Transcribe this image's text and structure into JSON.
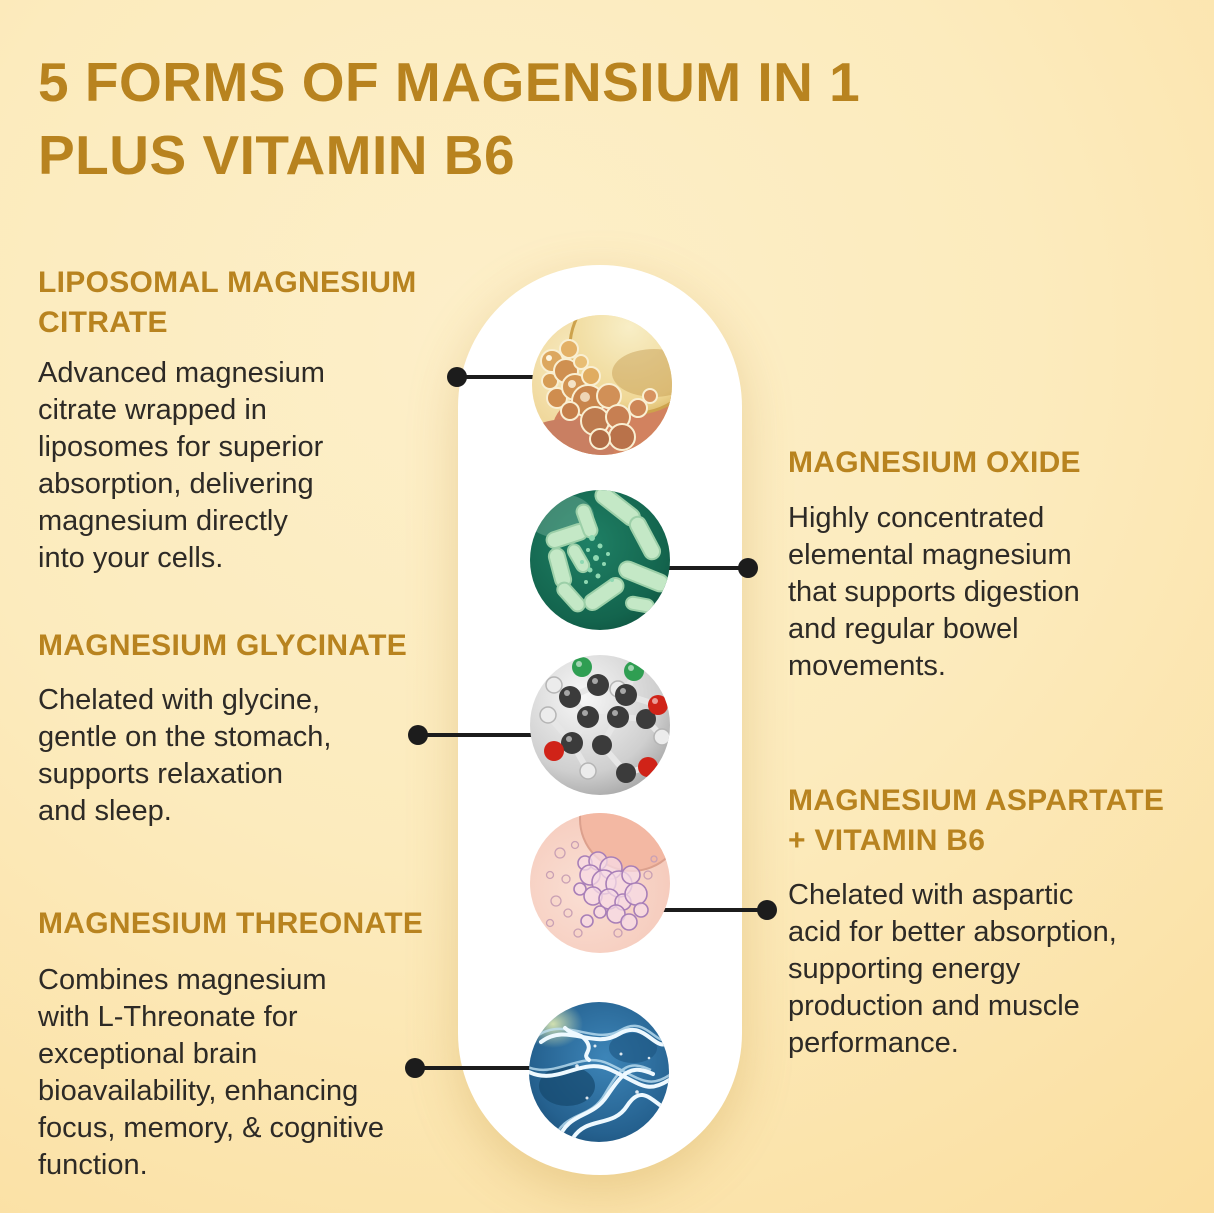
{
  "title": {
    "line1": "5 FORMS OF MAGENSIUM IN 1",
    "line2": "PLUS VITAMIN B6"
  },
  "colors": {
    "accent_gold": "#b8831f",
    "body_text": "#2d2a26",
    "background_center": "#fdefc9",
    "background_edge": "#fbd992",
    "capsule_panel": "#ffffff",
    "connector": "#1c1c1c"
  },
  "capsule_images": [
    {
      "name": "oil-bubbles-photo",
      "depicts": "golden liposome oil bubbles"
    },
    {
      "name": "bacteria-photo",
      "depicts": "green rod bacteria in teal dish"
    },
    {
      "name": "molecule-photo",
      "depicts": "grey ball-and-stick molecule model"
    },
    {
      "name": "pink-emulsion-photo",
      "depicts": "pink emulsion bubbles"
    },
    {
      "name": "neuron-fibers-photo",
      "depicts": "blue glowing neural fibers"
    }
  ],
  "sections": [
    {
      "id": "liposomal-magnesium-citrate",
      "side": "left",
      "heading": "LIPOSOMAL MAGNESIUM\nCITRATE",
      "body": "Advanced magnesium\ncitrate wrapped in\nliposomes for superior\nabsorption, delivering\nmagnesium directly\ninto your cells."
    },
    {
      "id": "magnesium-oxide",
      "side": "right",
      "heading": "MAGNESIUM OXIDE",
      "body": "Highly concentrated\nelemental magnesium\nthat supports digestion\nand regular bowel\nmovements."
    },
    {
      "id": "magnesium-glycinate",
      "side": "left",
      "heading": "MAGNESIUM GLYCINATE",
      "body": "Chelated with glycine,\ngentle on the stomach,\nsupports relaxation\nand sleep."
    },
    {
      "id": "magnesium-aspartate-vitamin-b6",
      "side": "right",
      "heading": "MAGNESIUM ASPARTATE\n+ VITAMIN B6",
      "body": "Chelated with aspartic\nacid for better absorption,\nsupporting energy\nproduction and muscle\nperformance."
    },
    {
      "id": "magnesium-threonate",
      "side": "left",
      "heading": "MAGNESIUM THREONATE",
      "body": "Combines magnesium\nwith L-Threonate for\nexceptional brain\nbioavailability, enhancing\nfocus, memory, & cognitive\nfunction."
    }
  ]
}
